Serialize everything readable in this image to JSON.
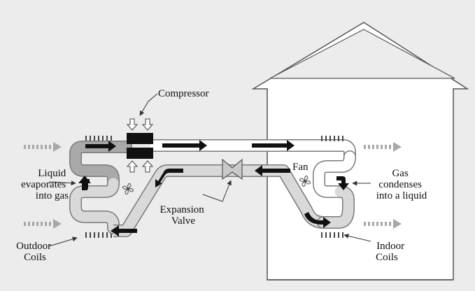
{
  "labels": {
    "compressor": "Compressor",
    "fan": "Fan",
    "liquid_evaporates": [
      "Liquid",
      "evaporates",
      "into gas"
    ],
    "gas_condenses": [
      "Gas",
      "condenses",
      "into a liquid"
    ],
    "expansion_valve": [
      "Expansion",
      "Valve"
    ],
    "outdoor_coils": [
      "Outdoor",
      "Coils"
    ],
    "indoor_coils": [
      "Indoor",
      "Coils"
    ]
  },
  "colors": {
    "background": "#ececec",
    "house_fill": "#ffffff",
    "house_stroke": "#555555",
    "pipe_hot": "#ffffff",
    "pipe_cool": "#d9d9d9",
    "pipe_outline": "#7a7a7a",
    "outdoor_coil_warm": "#a9a9a9",
    "flow_arrow": "#111111",
    "air_arrow": "#a8a8a8",
    "compressor": "#111111"
  },
  "icons": [
    "fan-icon",
    "air-flow-arrow-icon",
    "flow-arrow-icon",
    "pointer-arrow-icon"
  ]
}
